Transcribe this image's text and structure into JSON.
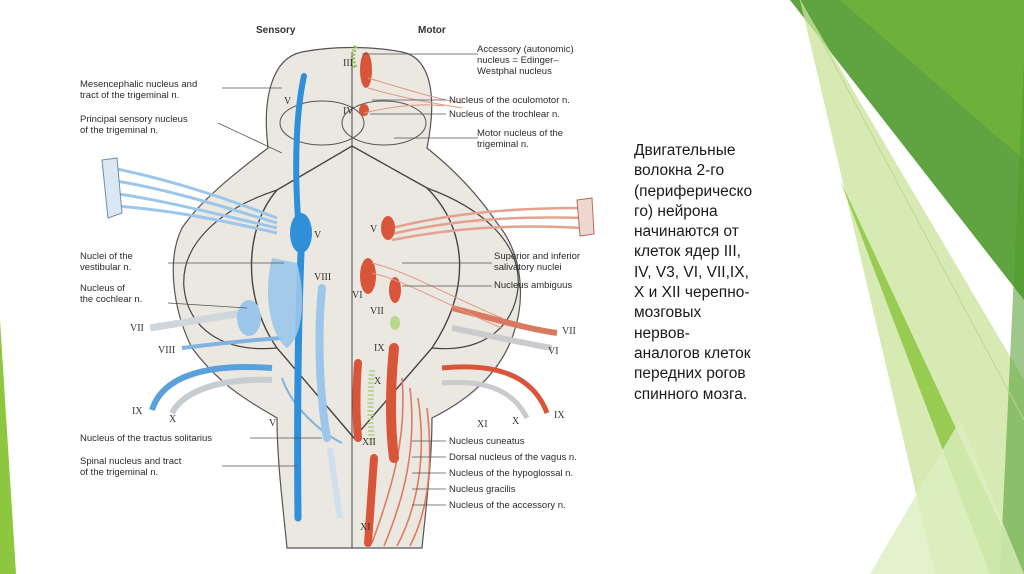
{
  "slide": {
    "accent_colors": {
      "green_dark": "#4e9a2c",
      "green_mid": "#8dc63f",
      "green_light": "#c9e39a",
      "sensory_blue": "#2f8fd8",
      "motor_red": "#d9553a"
    },
    "caption": "Двигательные\nволокна 2-го\n(периферическо\nго) нейрона\nначинаются от\nклеток ядер III,\nIV, V3, VI, VII,IX,\nX и XII черепно-\nмозговых\nнервов-\nаналогов клеток\nпередних рогов\nспинного мозга."
  },
  "figure": {
    "headings": {
      "sensory": "Sensory",
      "motor": "Motor"
    },
    "left_labels": [
      [
        "Mesencephalic nucleus and",
        "tract of the trigeminal n."
      ],
      [
        "Principal sensory nucleus",
        "of the trigeminal n."
      ],
      [
        "Nuclei of the",
        "vestibular n."
      ],
      [
        "Nucleus of",
        "the cochlear n."
      ],
      [
        "Nucleus of the tractus solitarius"
      ],
      [
        "Spinal nucleus and tract",
        "of the trigeminal n."
      ]
    ],
    "right_labels": [
      [
        "Accessory (autonomic)",
        "nucleus = Edinger–",
        "Westphal nucleus"
      ],
      [
        "Nucleus of the oculomotor n."
      ],
      [
        "Nucleus of the trochlear n."
      ],
      [
        "Motor nucleus of the",
        "trigeminal n."
      ],
      [
        "Superior and inferior",
        "salivatory nuclei"
      ],
      [
        "Nucleus ambiguus"
      ],
      [
        "Nucleus cuneatus"
      ],
      [
        "Dorsal nucleus of the vagus n."
      ],
      [
        "Nucleus of the hypoglossal n."
      ],
      [
        "Nucleus gracilis"
      ],
      [
        "Nucleus of the accessory n."
      ]
    ],
    "roman_numerals": {
      "III": "III",
      "IV": "IV",
      "V_left_top": "V",
      "V_left_mid": "V",
      "V_right": "V",
      "VI": "VI",
      "VII_right_inner": "VII",
      "VIII_inner": "VIII",
      "IX_inner": "IX",
      "X_inner": "X",
      "XII": "XII",
      "V_left_low": "V",
      "XI_bottom": "XI",
      "VII_left_nerve": "VII",
      "VIII_left_nerve": "VIII",
      "IX_left_nerve": "IX",
      "X_left_nerve": "X",
      "VII_right_nerve": "VII",
      "VI_right_nerve": "VI",
      "XI_right_nerve": "XI",
      "IX_right_nerve": "IX",
      "X_right_nerve": "X"
    }
  }
}
